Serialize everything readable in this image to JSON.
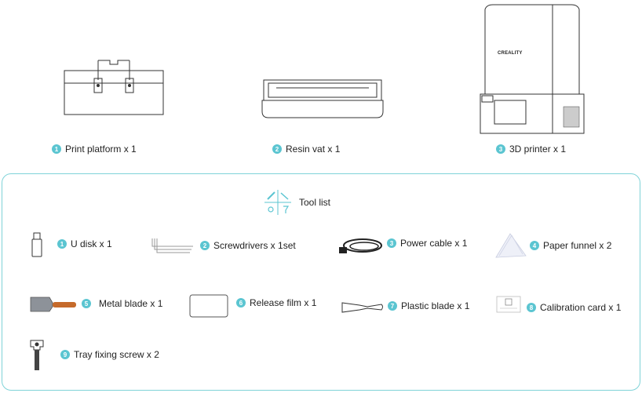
{
  "colors": {
    "accent": "#5bc5d1",
    "border": "#7fd3d8"
  },
  "main_items": [
    {
      "number": "1",
      "label": "Print platform x 1",
      "icon": "print-platform-icon"
    },
    {
      "number": "2",
      "label": "Resin vat x 1",
      "icon": "resin-vat-icon"
    },
    {
      "number": "3",
      "label": "3D printer x 1",
      "icon": "3d-printer-icon",
      "brand": "CREALITY"
    }
  ],
  "tool_list": {
    "title": "Tool list",
    "items": [
      {
        "number": "1",
        "label": "U disk x 1",
        "icon": "u-disk-icon"
      },
      {
        "number": "2",
        "label": "Screwdrivers x 1set",
        "icon": "screwdrivers-icon"
      },
      {
        "number": "3",
        "label": "Power cable x 1",
        "icon": "power-cable-icon"
      },
      {
        "number": "4",
        "label": "Paper funnel x 2",
        "icon": "paper-funnel-icon"
      },
      {
        "number": "5",
        "label": "Metal blade x 1",
        "icon": "metal-blade-icon"
      },
      {
        "number": "6",
        "label": "Release film x 1",
        "icon": "release-film-icon"
      },
      {
        "number": "7",
        "label": "Plastic blade  x 1",
        "icon": "plastic-blade-icon"
      },
      {
        "number": "8",
        "label": "Calibration card  x 1",
        "icon": "calibration-card-icon"
      },
      {
        "number": "9",
        "label": "Tray fixing screw  x 2",
        "icon": "tray-fixing-screw-icon"
      }
    ]
  }
}
